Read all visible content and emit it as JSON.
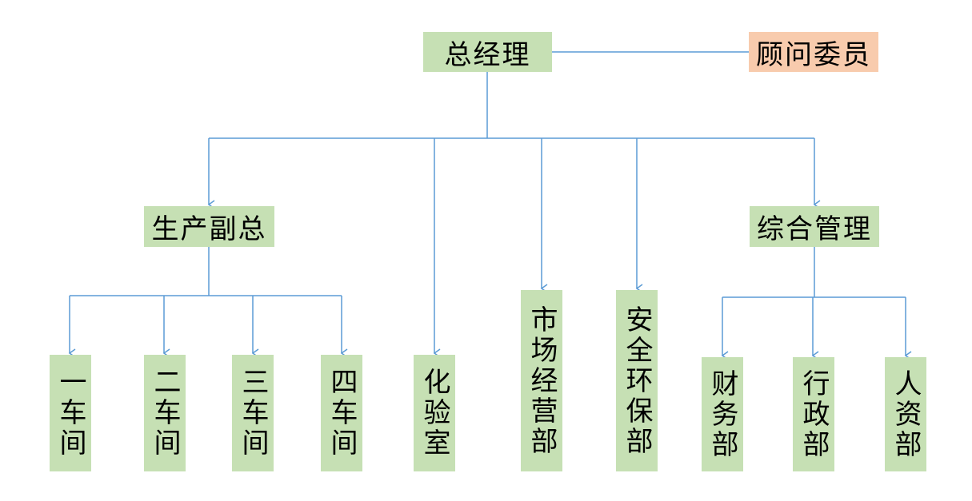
{
  "nodes": {
    "gm": "总经理",
    "advisor": "顾问委员",
    "prod_vp": "生产副总",
    "general_mgmt": "综合管理",
    "ws1": "一车间",
    "ws2": "二车间",
    "ws3": "三车间",
    "ws4": "四车间",
    "lab": "化验室",
    "market": "市场经营部",
    "safety": "安全环保部",
    "finance": "财务部",
    "admin": "行政部",
    "hr": "人资部"
  },
  "colors": {
    "box_green": "#c6e0b4",
    "box_orange": "#f8cbad",
    "connector": "#5b9bd5"
  }
}
